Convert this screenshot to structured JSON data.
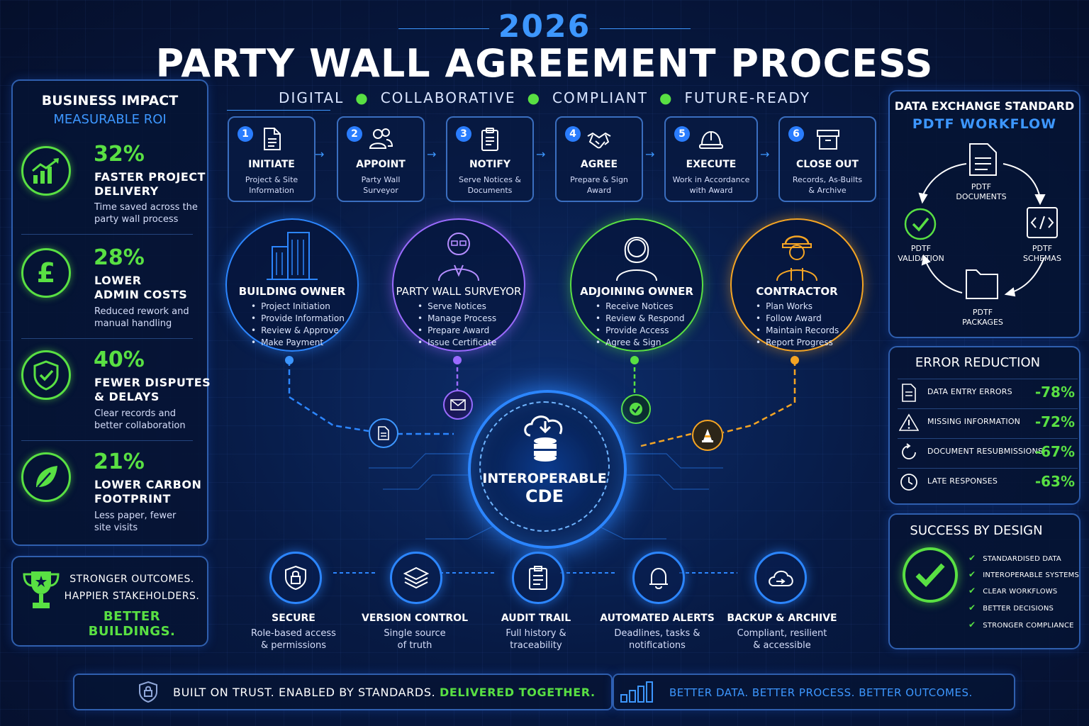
{
  "header": {
    "year": "2026",
    "title": "PARTY WALL AGREEMENT PROCESS",
    "tags": [
      "DIGITAL",
      "COLLABORATIVE",
      "COMPLIANT",
      "FUTURE-READY"
    ]
  },
  "impact": {
    "title": "BUSINESS IMPACT",
    "subtitle": "MEASURABLE ROI",
    "metrics": [
      {
        "pct": "32%",
        "label1": "FASTER PROJECT",
        "label2": "DELIVERY",
        "desc1": "Time saved across the",
        "desc2": "party wall process"
      },
      {
        "pct": "28%",
        "label1": "LOWER",
        "label2": "ADMIN COSTS",
        "desc1": "Reduced rework and",
        "desc2": "manual handling"
      },
      {
        "pct": "40%",
        "label1": "FEWER DISPUTES",
        "label2": "& DELAYS",
        "desc1": "Clear records and",
        "desc2": "better collaboration"
      },
      {
        "pct": "21%",
        "label1": "LOWER CARBON",
        "label2": "FOOTPRINT",
        "desc1": "Less paper, fewer",
        "desc2": "site visits"
      }
    ]
  },
  "outcomes": {
    "line1": "STRONGER OUTCOMES.",
    "line2": "HAPPIER STAKEHOLDERS.",
    "line3": "BETTER BUILDINGS."
  },
  "steps": [
    {
      "num": "1",
      "name": "INITIATE",
      "desc1": "Project & Site",
      "desc2": "Information"
    },
    {
      "num": "2",
      "name": "APPOINT",
      "desc1": "Party Wall",
      "desc2": "Surveyor"
    },
    {
      "num": "3",
      "name": "NOTIFY",
      "desc1": "Serve Notices &",
      "desc2": "Documents"
    },
    {
      "num": "4",
      "name": "AGREE",
      "desc1": "Prepare & Sign",
      "desc2": "Award"
    },
    {
      "num": "5",
      "name": "EXECUTE",
      "desc1": "Work in Accordance",
      "desc2": "with Award"
    },
    {
      "num": "6",
      "name": "CLOSE OUT",
      "desc1": "Records, As-Builts",
      "desc2": "& Archive"
    }
  ],
  "stakeholders": [
    {
      "name": "BUILDING OWNER",
      "items": [
        "Project Initiation",
        "Provide Information",
        "Review & Approve",
        "Make Payment"
      ]
    },
    {
      "name": "PARTY WALL SURVEYOR",
      "items": [
        "Serve Notices",
        "Manage Process",
        "Prepare Award",
        "Issue Certificate"
      ]
    },
    {
      "name": "ADJOINING OWNER",
      "items": [
        "Receive Notices",
        "Review & Respond",
        "Provide Access",
        "Agree & Sign"
      ]
    },
    {
      "name": "CONTRACTOR",
      "items": [
        "Plan Works",
        "Follow Award",
        "Maintain Records",
        "Report Progress"
      ]
    }
  ],
  "cde": {
    "line1": "INTEROPERABLE",
    "line2": "CDE"
  },
  "features": [
    {
      "name": "SECURE",
      "desc1": "Role-based access",
      "desc2": "& permissions"
    },
    {
      "name": "VERSION CONTROL",
      "desc1": "Single source",
      "desc2": "of truth"
    },
    {
      "name": "AUDIT TRAIL",
      "desc1": "Full history &",
      "desc2": "traceability"
    },
    {
      "name": "AUTOMATED ALERTS",
      "desc1": "Deadlines, tasks &",
      "desc2": "notifications"
    },
    {
      "name": "BACKUP & ARCHIVE",
      "desc1": "Compliant, resilient",
      "desc2": "& accessible"
    }
  ],
  "pdtf": {
    "title": "DATA EXCHANGE STANDARD",
    "subtitle": "PDTF WORKFLOW",
    "documents": [
      "PDTF",
      "DOCUMENTS"
    ],
    "schemas": [
      "PDTF",
      "SCHEMAS"
    ],
    "packages": [
      "PDTF",
      "PACKAGES"
    ],
    "validation": [
      "PDTF",
      "VALIDATION"
    ]
  },
  "errors": {
    "title": "ERROR REDUCTION",
    "rows": [
      {
        "label": "DATA ENTRY ERRORS",
        "value": "-78%"
      },
      {
        "label": "MISSING INFORMATION",
        "value": "-72%"
      },
      {
        "label": "DOCUMENT RESUBMISSIONS",
        "value": "-67%"
      },
      {
        "label": "LATE RESPONSES",
        "value": "-63%"
      }
    ]
  },
  "success": {
    "title": "SUCCESS BY DESIGN",
    "items": [
      "STANDARDISED DATA",
      "INTEROPERABLE SYSTEMS",
      "CLEAR WORKFLOWS",
      "BETTER DECISIONS",
      "STRONGER COMPLIANCE"
    ]
  },
  "footer": {
    "left1": "BUILT ON TRUST. ENABLED BY STANDARDS.",
    "left2": "DELIVERED TOGETHER.",
    "right": "BETTER DATA. BETTER PROCESS. BETTER OUTCOMES."
  },
  "colors": {
    "accent": "#3d97ff",
    "green": "#59e043",
    "purple": "#9b6bff",
    "orange": "#f5a524"
  }
}
